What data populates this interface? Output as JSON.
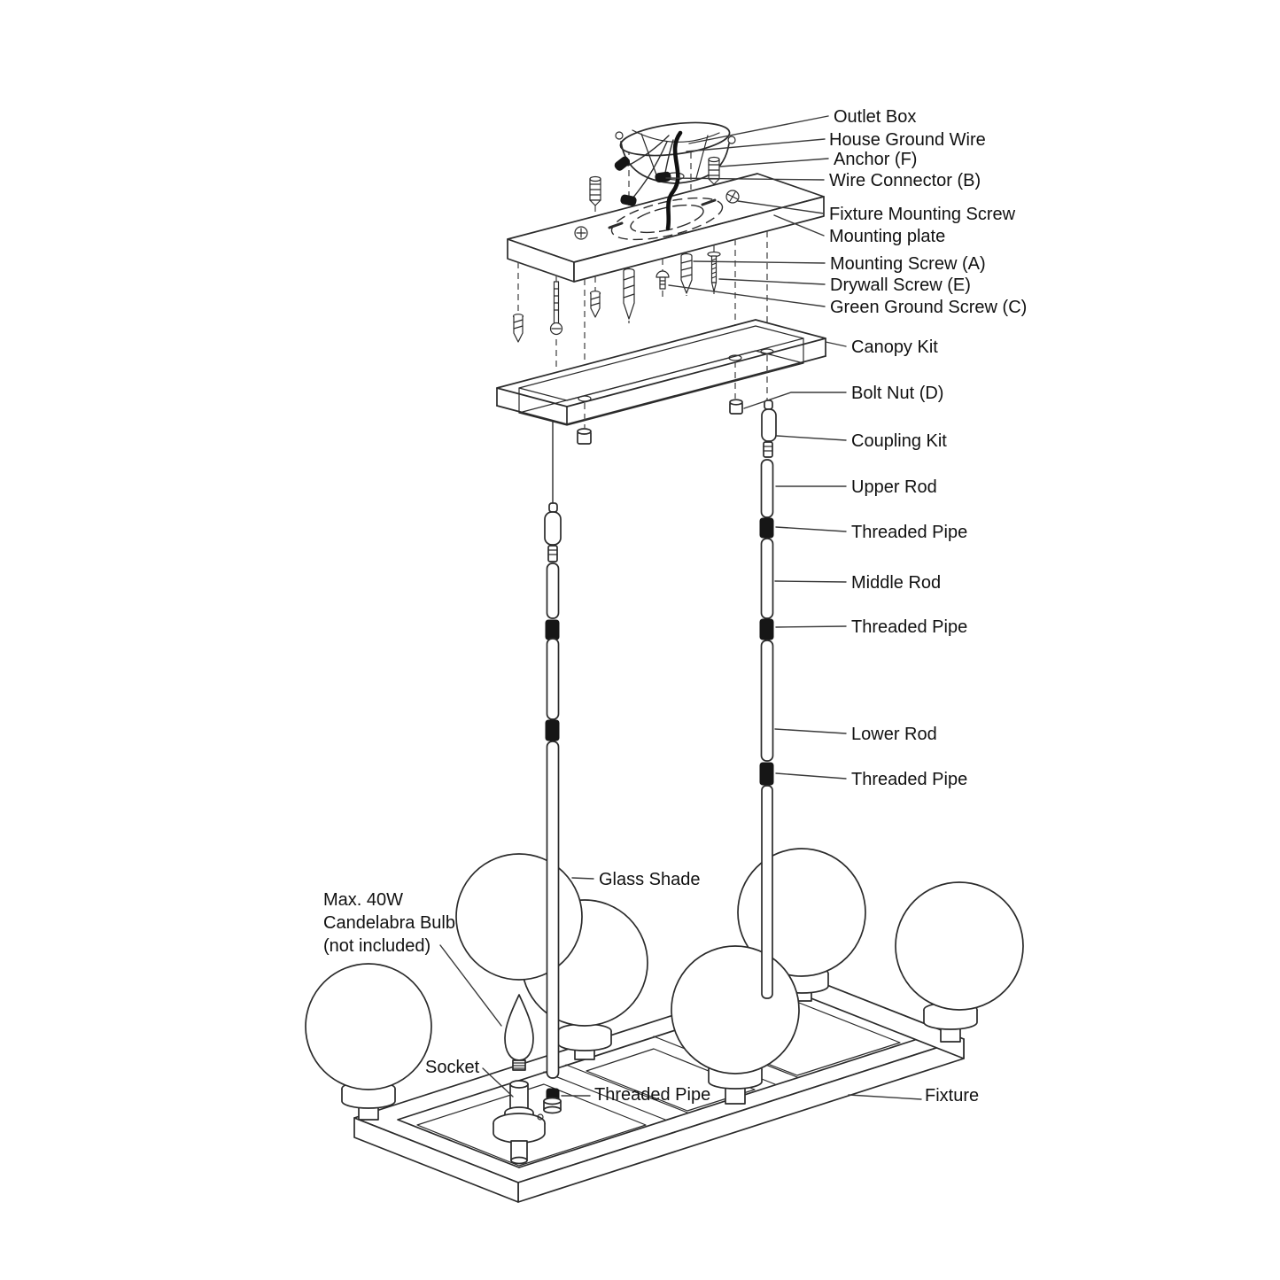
{
  "diagram": {
    "type": "exploded-assembly-diagram",
    "subject": "6-light linear chandelier installation parts",
    "colors": {
      "background": "#ffffff",
      "line": "#2b2b2b",
      "text": "#111111",
      "threaded_fill": "#161616"
    },
    "labels": {
      "outlet_box": "Outlet Box",
      "house_ground_wire": "House Ground Wire",
      "anchor_f": "Anchor (F)",
      "wire_connector_b": "Wire Connector (B)",
      "fixture_mounting_screw": "Fixture Mounting Screw",
      "mounting_plate": "Mounting plate",
      "mounting_screw_a": "Mounting Screw (A)",
      "drywall_screw_e": "Drywall Screw (E)",
      "green_ground_screw_c": "Green Ground Screw (C)",
      "canopy_kit": "Canopy Kit",
      "bolt_nut_d": "Bolt Nut (D)",
      "coupling_kit": "Coupling Kit",
      "upper_rod": "Upper Rod",
      "threaded_pipe": "Threaded Pipe",
      "middle_rod": "Middle Rod",
      "lower_rod": "Lower Rod",
      "glass_shade": "Glass Shade",
      "bulb_note_line1": "Max. 40W",
      "bulb_note_line2": "Candelabra Bulb",
      "bulb_note_line3": "(not included)",
      "socket": "Socket",
      "fixture": "Fixture"
    }
  }
}
